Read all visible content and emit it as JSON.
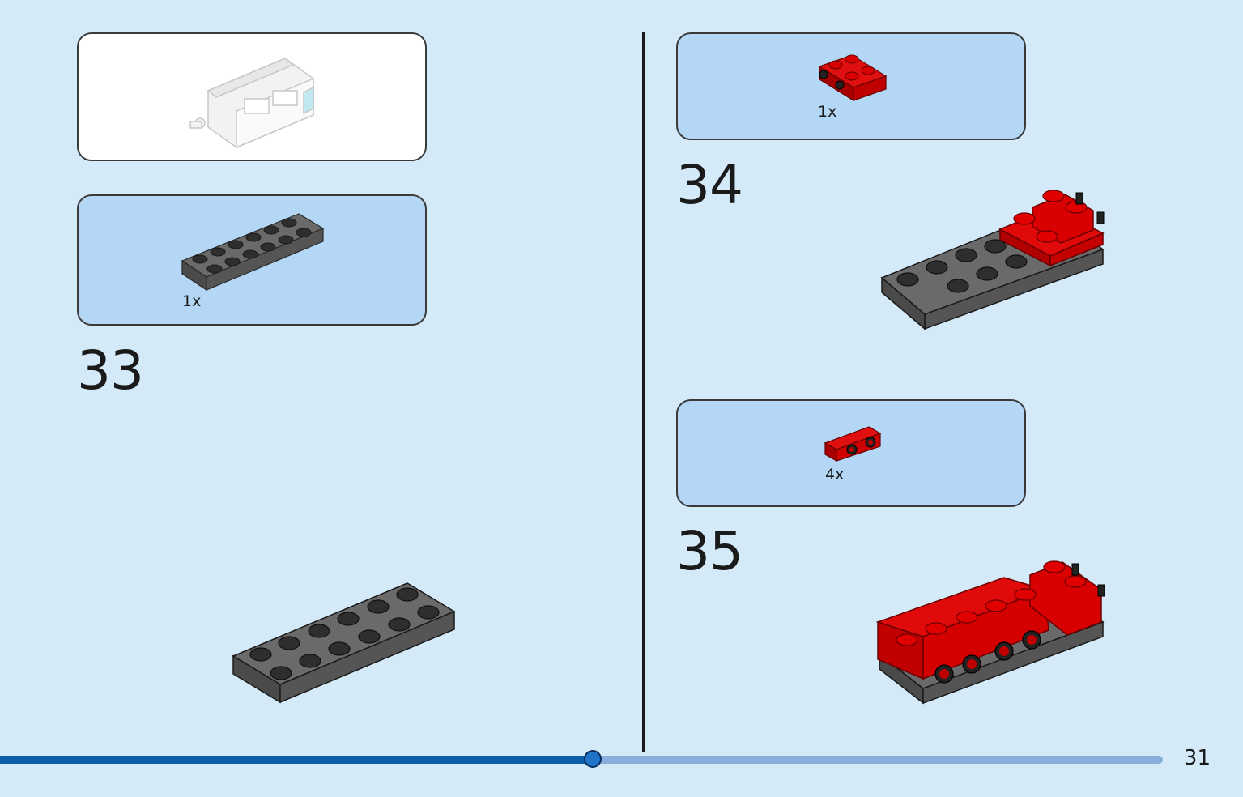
{
  "steps": [
    {
      "number": "33",
      "parts": [
        {
          "quantity": "1x",
          "part": "dark gray 2x6 plate",
          "color": "#5a5a5a"
        }
      ]
    },
    {
      "number": "34",
      "parts": [
        {
          "quantity": "1x",
          "part": "red 2x2 plate with side studs",
          "color": "#d40000"
        }
      ]
    },
    {
      "number": "35",
      "parts": [
        {
          "quantity": "4x",
          "part": "red 1x2 bracket with studs",
          "color": "#d40000"
        }
      ]
    }
  ],
  "progress": {
    "value": 0.51
  },
  "page_number": "31",
  "colors": {
    "background": "#d4eaf9",
    "panel_blue": "#b3d7f5",
    "progress_fill": "#0c5ea8",
    "progress_track": "#8aaedc",
    "brick_red": "#d40000",
    "brick_gray": "#5a5a5a"
  }
}
